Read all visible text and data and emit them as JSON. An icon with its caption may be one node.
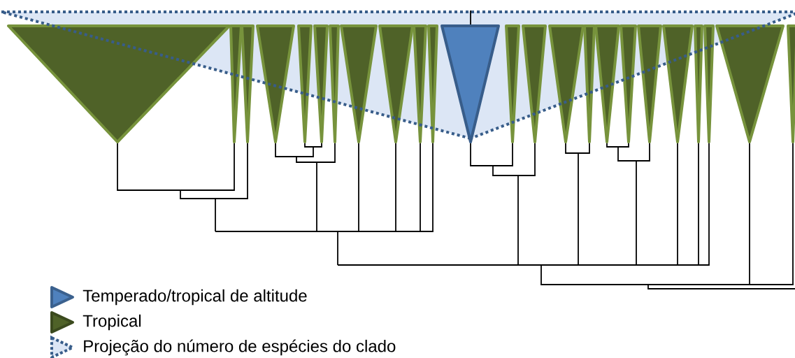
{
  "diagram": {
    "legend": [
      {
        "text": "Temperado/tropical de altitude",
        "color": "#4f81bd"
      },
      {
        "text": "Tropical",
        "color": "#4f6228"
      },
      {
        "text": "Projeção do número de espécies do clado"
      }
    ]
  }
}
